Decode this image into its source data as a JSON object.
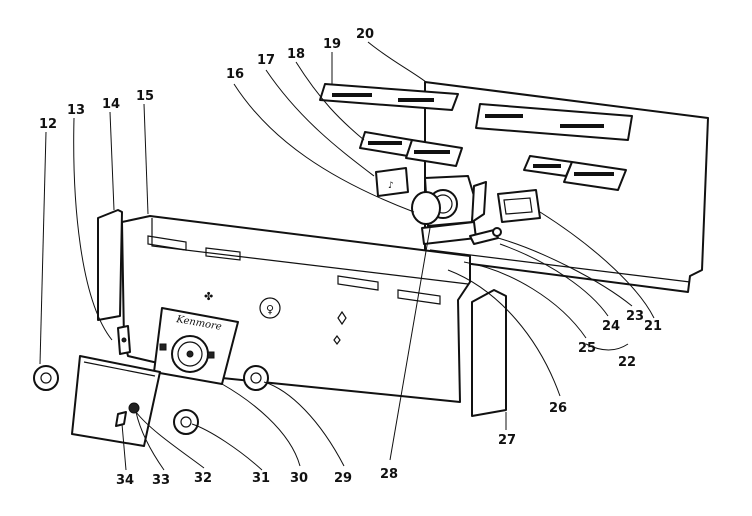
{
  "diagram": {
    "brand_text": "Kenmore",
    "callouts": [
      "12",
      "13",
      "14",
      "15",
      "16",
      "17",
      "18",
      "19",
      "20",
      "21",
      "22",
      "23",
      "24",
      "25",
      "26",
      "27",
      "28",
      "29",
      "30",
      "31",
      "32",
      "33",
      "34"
    ],
    "callout_22_line_color": "#111111"
  }
}
